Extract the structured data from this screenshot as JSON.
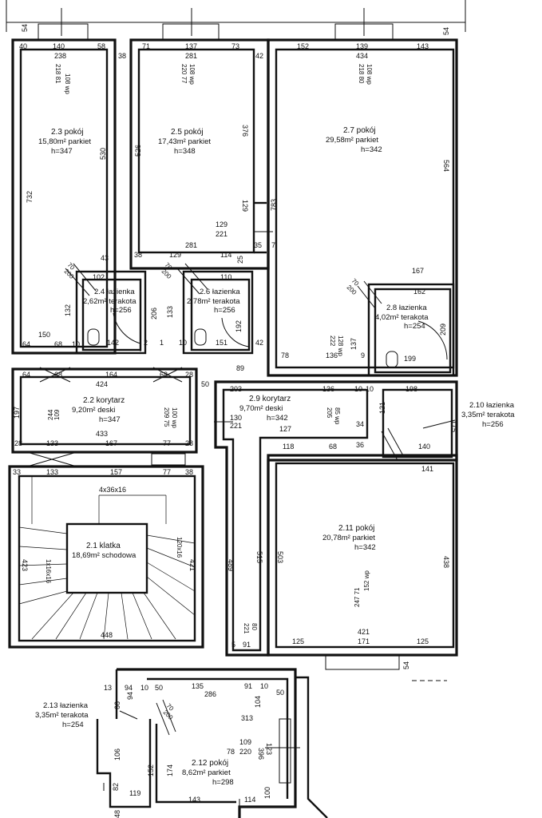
{
  "rooms": {
    "r23": {
      "line1": "2.3 pokój",
      "line2": "15,80m² parkiet",
      "line3": "h=347"
    },
    "r25": {
      "line1": "2.5 pokój",
      "line2": "17,43m² parkiet",
      "line3": "h=348"
    },
    "r27": {
      "line1": "2.7 pokój",
      "line2": "29,58m² parkiet",
      "line3": "h=342"
    },
    "r24": {
      "line1": "2.4 łazienka",
      "line2": "2,62m² terakota",
      "line3": "h=256"
    },
    "r26": {
      "line1": "2.6 łazienka",
      "line2": "2,78m² terakota",
      "line3": "h=256"
    },
    "r28": {
      "line1": "2.8 łazienka",
      "line2": "4,02m² terakota",
      "line3": "h=254"
    },
    "r22": {
      "line1": "2.2 korytarz",
      "line2": "9,20m² deski",
      "line3": "h=347"
    },
    "r29": {
      "line1": "2.9 korytarz",
      "line2": "9,70m² deski",
      "line3": "h=342"
    },
    "r210": {
      "line1": "2.10 łazienka",
      "line2": "3,35m² terakota",
      "line3": "h=256"
    },
    "r21": {
      "line1": "2.1 klatka",
      "line2": "18,69m² schodowa"
    },
    "r211": {
      "line1": "2.11 pokój",
      "line2": "20,78m² parkiet",
      "line3": "h=342"
    },
    "r213": {
      "line1": "2.13 łazienka",
      "line2": "3,35m² terakota",
      "line3": "h=254"
    },
    "r212": {
      "line1": "2.12 pokój",
      "line2": "8,62m² parkiet",
      "line3": "h=298"
    }
  },
  "dims": {
    "d54a": "54",
    "d54b": "54",
    "d54c": "54",
    "d40": "40",
    "d140": "140",
    "d58": "58",
    "d238": "238",
    "d38a": "38",
    "d71": "71",
    "d137": "137",
    "d73": "73",
    "d281a": "281",
    "d42a": "42",
    "d152": "152",
    "d139": "139",
    "d143a": "143",
    "d434": "434",
    "d732": "732",
    "d530": "530",
    "d526": "526",
    "d376": "376",
    "d783": "783",
    "d564": "564",
    "d129a": "129",
    "d221a": "221",
    "d129b": "129",
    "d281b": "281",
    "d35a": "35",
    "d7": "7",
    "d38b": "38",
    "d129c": "129",
    "d114": "114",
    "d25": "25",
    "d43": "43",
    "d102": "102",
    "d110": "110",
    "d167a": "167",
    "d162": "162",
    "d132": "132",
    "d206": "206",
    "d133a": "133",
    "d192": "192",
    "d137b": "137",
    "d209": "209",
    "d150": "150",
    "d64a": "64",
    "d68a": "68",
    "d10a": "10",
    "d142": "142",
    "d2": "2",
    "d1": "1",
    "d10b": "10",
    "d151": "151",
    "d42b": "42",
    "d78a": "78",
    "d136a": "136",
    "d9": "9",
    "d199": "199",
    "d64b": "64",
    "d68b": "68",
    "d164": "164",
    "d424": "424",
    "d68c": "68",
    "d28a": "28",
    "d50a": "50",
    "d89": "89",
    "d203": "203",
    "d136b": "136",
    "d10c": "10",
    "d10d": "10",
    "d198": "198",
    "d197": "197",
    "d433": "433",
    "d167b": "167",
    "d28b": "28",
    "d133b": "133",
    "d77a": "77",
    "d28c": "28",
    "d127": "127",
    "d118": "118",
    "d68d": "68",
    "d36": "36",
    "d34": "34",
    "d121": "121",
    "d175": "175",
    "d140b": "140",
    "d141": "141",
    "d33": "33",
    "d133c": "133",
    "d157": "157",
    "d77b": "77",
    "d38c": "38",
    "d4x36": "4x36x16",
    "d423": "423",
    "d421": "421",
    "d489": "489",
    "d515": "515",
    "d503": "503",
    "d438": "438",
    "d448": "448",
    "d5": "5",
    "d91a": "91",
    "d125a": "125",
    "d171": "171",
    "d125b": "125",
    "d421b": "421",
    "d13": "13",
    "d94": "94",
    "d10e": "10",
    "d50b": "50",
    "d135": "135",
    "d91b": "91",
    "d10f": "10",
    "d50c": "50",
    "d286": "286",
    "d104": "104",
    "d66": "66",
    "d94b": "94",
    "d313": "313",
    "d106": "106",
    "d152b": "152",
    "d174": "174",
    "d82": "82",
    "d119": "119",
    "d143b": "143",
    "d114b": "114",
    "d100": "100",
    "d48": "48",
    "d130": "130",
    "d221b": "221",
    "d109": "109",
    "d220": "220",
    "d78b": "78",
    "d123": "123",
    "d396": "396",
    "d70a": "70",
    "d200a": "200",
    "d70b": "70",
    "d200b": "200",
    "d70c": "70",
    "d200c": "200",
    "d80": "80",
    "d221c": "221"
  },
  "vertical_notes": {
    "v1": "108 wp",
    "v2": "218 81",
    "v3": "108 wp",
    "v4": "220 77",
    "v5": "108 wp",
    "v6": "218 80",
    "v7": "100 wp",
    "v8": "209 75",
    "v9": "109",
    "v10": "244",
    "v11": "85 wp",
    "v12": "205",
    "v13": "152 wp",
    "v14": "247 71",
    "v15": "128 wp",
    "v16": "222",
    "v17": "70",
    "v18": "200",
    "v19": "120x16",
    "v20": "1x16x16"
  }
}
